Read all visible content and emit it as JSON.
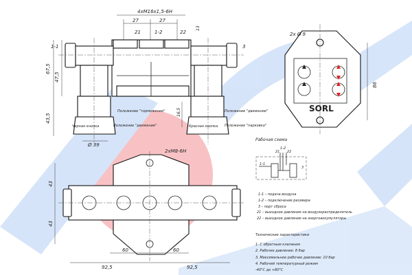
{
  "watermark": {
    "brand": "SORL",
    "blue": "#2f6fd6",
    "red": "#e8333a"
  },
  "front_view": {
    "thread_label": "4xM16x1,5-6H",
    "dim_27_left": "27",
    "dim_27_right": "27",
    "dim_13": "13",
    "dim_67_5": "67,5",
    "dim_47_5": "47,5",
    "dim_43_5": "43,5",
    "dim_16_5": "16,5",
    "dim_39": "Ø 39",
    "port_1_1": "1-1",
    "port_21": "21",
    "port_1_2": "1-2",
    "port_22": "22",
    "port_3": "3",
    "left_knob_label": "Черная кнопка",
    "left_pos_braking": "Положение \"торможение\"",
    "left_pos_moving": "Положение \"движение\"",
    "right_knob_label": "Красная кнопка",
    "right_pos_moving": "Положение \"движение\"",
    "right_pos_parking": "Положение \"парковка\""
  },
  "side_view": {
    "holes_label": "2x Ø 9",
    "dim_86": "86"
  },
  "bottom_view": {
    "thread_label": "2xM8-6H",
    "dim_43_top": "43",
    "dim_43_bottom": "43",
    "dim_60_left": "60",
    "dim_60_right": "60",
    "dim_92_5_left": "92,5",
    "dim_92_5_right": "92,5"
  },
  "schema": {
    "title": "Рабочая схема",
    "ports": {
      "p1_1": "1-1",
      "p1_2": "1-2",
      "p21": "21",
      "p22": "22",
      "p3": "3"
    },
    "legend": [
      "1-1 – подача воздуха",
      "1-2 – подключение ресивера",
      "3 – порт сброса",
      "21 – выходное давление на воздухораспределитель",
      "22 – выходное давление на энергоаккумуляторы"
    ]
  },
  "specs": {
    "title": "Технические характеристики",
    "items": [
      "1. С обратным клапаном",
      "2. Рабочее давление: 8 бар",
      "3. Максимальное рабочее давление: 10 бар",
      "4. Рабочий температурный режим",
      "-40°С до +80°С"
    ]
  }
}
